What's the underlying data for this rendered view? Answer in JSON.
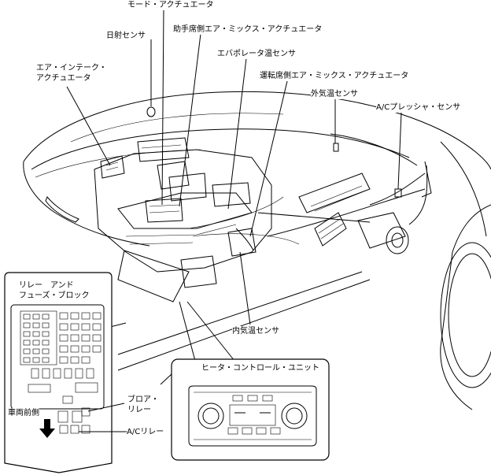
{
  "labels": {
    "mode_actuator": "モード・アクチュエータ",
    "sun_sensor": "日射センサ",
    "passenger_mix_actuator": "助手席側エア・ミックス・アクチュエータ",
    "air_intake_actuator": "エア・インテーク・\nアクチュエータ",
    "evaporator_temp_sensor": "エバポレータ温センサ",
    "driver_mix_actuator": "運転席側エア・ミックス・アクチュエータ",
    "ambient_temp_sensor": "外気温センサ",
    "ac_pressure_sensor": "A/Cプレッシャ・センサ",
    "relay_fuse_block": "リレー　アンド\nフューズ・ブロック",
    "cabin_temp_sensor": "内気温センサ",
    "heater_control_unit": "ヒータ・コントロール・ユニット",
    "blower_relay": "ブロア・\nリレー",
    "vehicle_front": "車両前側",
    "ac_relay": "A/Cリレー"
  },
  "colors": {
    "line": "#000000",
    "background": "#ffffff"
  }
}
